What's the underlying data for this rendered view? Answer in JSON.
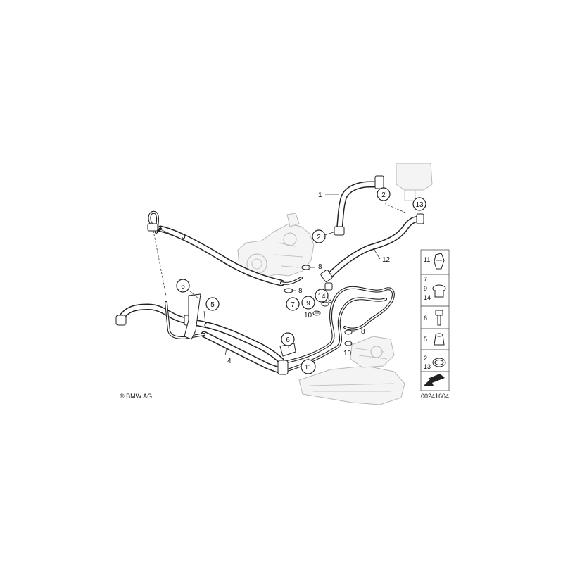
{
  "callouts": {
    "c1": "1",
    "c2a": "2",
    "c2b": "2",
    "c3": "3",
    "c4": "4",
    "c5": "5",
    "c6a": "6",
    "c6b": "6",
    "c7": "7",
    "c8a": "8",
    "c8b": "8",
    "c8c": "8",
    "c8d": "8",
    "c9": "9",
    "c10a": "10",
    "c10b": "10",
    "c11": "11",
    "c12": "12",
    "c13": "13",
    "c14": "14"
  },
  "legend": {
    "r1": "11",
    "r2a": "7",
    "r2b": "9",
    "r2c": "14",
    "r3": "6",
    "r4": "5",
    "r5a": "2",
    "r5b": "13"
  },
  "copyright": "© BMW AG",
  "diagram_id": "00241604"
}
